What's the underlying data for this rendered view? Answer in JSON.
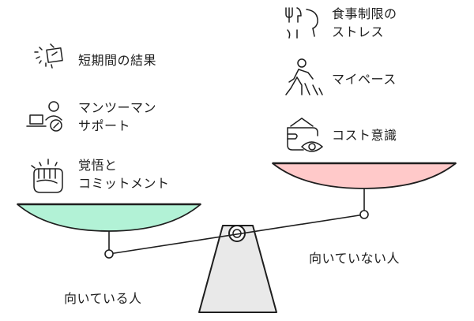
{
  "left_side": {
    "caption": "向いている人",
    "items": [
      {
        "icon": "timer-icon",
        "lines": [
          "短期間の結果"
        ]
      },
      {
        "icon": "coaching-icon",
        "lines": [
          "マンツーマン",
          "サポート"
        ]
      },
      {
        "icon": "fist-icon",
        "lines": [
          "覚悟と",
          "コミットメント"
        ]
      }
    ]
  },
  "right_side": {
    "caption": "向いていない人",
    "items": [
      {
        "icon": "diet-icon",
        "lines": [
          "食事制限の",
          "ストレス"
        ]
      },
      {
        "icon": "walking-icon",
        "lines": [
          "マイペース"
        ]
      },
      {
        "icon": "cost-eye-icon",
        "lines": [
          "コスト意識"
        ]
      }
    ]
  },
  "colors": {
    "left_pan": "#b2f2d6",
    "right_pan": "#ffc9c9",
    "fulcrum": "#e9e9e9",
    "stroke": "#1e1e1e"
  }
}
